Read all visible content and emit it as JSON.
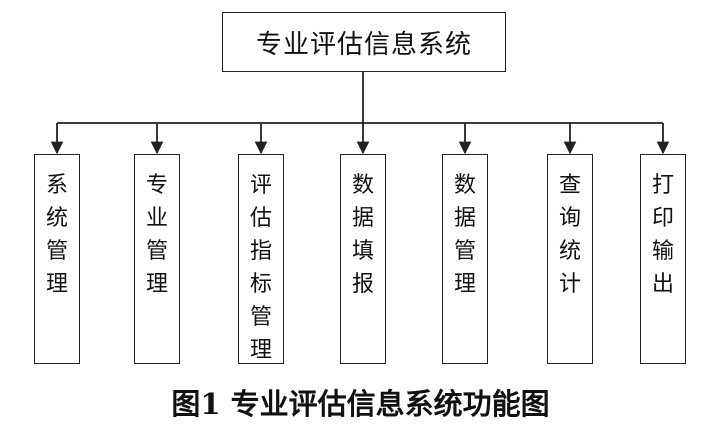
{
  "diagram": {
    "root": "专业评估信息系统",
    "children": [
      {
        "label": "系统管理"
      },
      {
        "label": "专业管理"
      },
      {
        "label": "评估指标管理"
      },
      {
        "label": "数据填报"
      },
      {
        "label": "数据管理"
      },
      {
        "label": "查询统计"
      },
      {
        "label": "打印输出"
      }
    ]
  },
  "caption": "图1 专业评估信息系统功能图"
}
